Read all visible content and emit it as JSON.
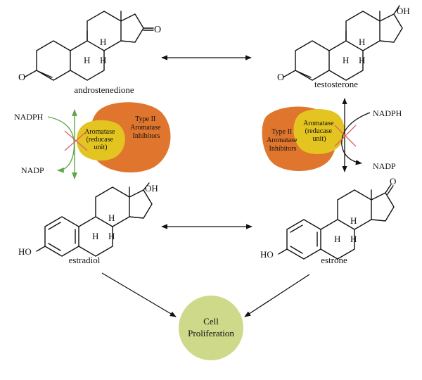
{
  "molecules": {
    "androstenedione": {
      "name": "androstenedione",
      "ketone_o": "O",
      "ring_o": "O",
      "h": "H",
      "h_bar": "H̅"
    },
    "testosterone": {
      "name": "testosterone",
      "oh": "OH",
      "ring_o": "O",
      "h": "H",
      "h_bar": "H̅"
    },
    "estradiol": {
      "name": "estradiol",
      "oh": "OH",
      "ho": "HO",
      "h": "H",
      "h_bar": "H̅"
    },
    "estrone": {
      "name": "estrone",
      "ketone_o": "O",
      "ho": "HO",
      "h": "H",
      "h_bar": "H̅"
    }
  },
  "cofactors": {
    "left_in": "NADPH",
    "left_out": "NADP",
    "right_in": "NADPH",
    "right_out": "NADP"
  },
  "enzyme_left": {
    "inhibitor": [
      "Type II",
      "Aromatase",
      "Inhibitors"
    ],
    "unit": [
      "Aromatase",
      "(reducase",
      "unit)"
    ]
  },
  "enzyme_right": {
    "inhibitor": [
      "Type II",
      "Aromatase",
      "Inhibitors"
    ],
    "unit": [
      "Aromatase",
      "(reducase",
      "unit)"
    ]
  },
  "outcome": {
    "line1": "Cell",
    "line2": "Proliferation"
  },
  "colors": {
    "inhibitor": "#e0762e",
    "unit": "#e3c420",
    "outcome": "#cfd98a",
    "green_arrow": "#5fa84a",
    "block_x": "#d9686b"
  }
}
